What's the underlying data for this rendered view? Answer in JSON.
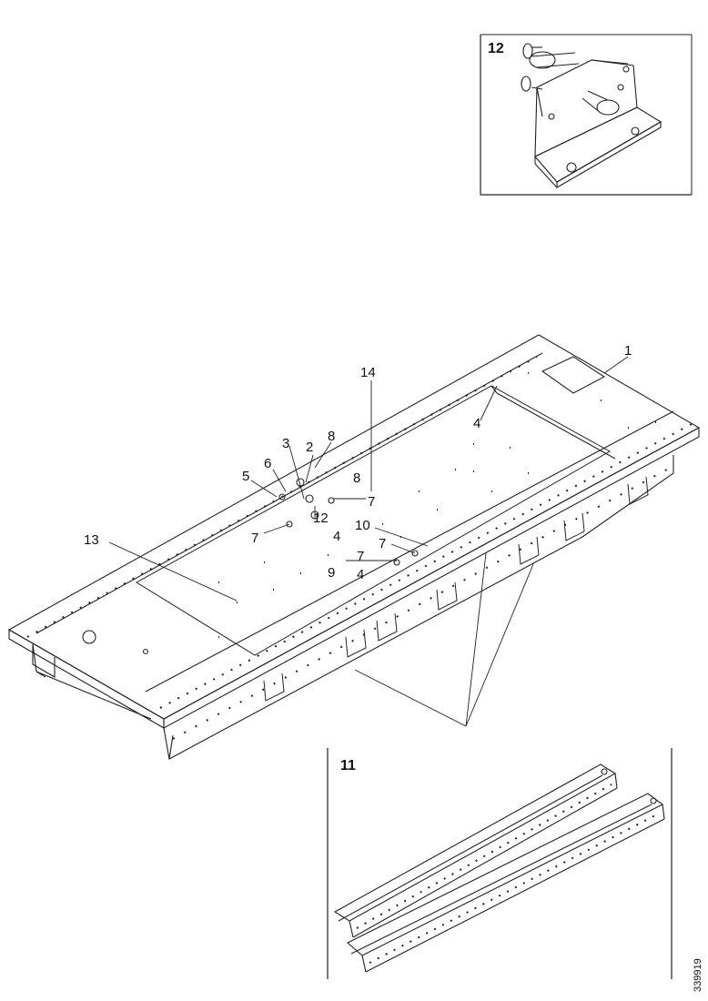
{
  "callouts": {
    "inset_top": "12",
    "inset_bottom": "11",
    "c1": "1",
    "c2": "2",
    "c3": "3",
    "c4a": "4",
    "c4b": "4",
    "c4c": "4",
    "c5": "5",
    "c6": "6",
    "c7a": "7",
    "c7b": "7",
    "c7c": "7",
    "c7d": "7",
    "c8a": "8",
    "c8b": "8",
    "c9": "9",
    "c10": "10",
    "c12": "12",
    "c13": "13",
    "c14": "14"
  },
  "reference_number": "339919"
}
